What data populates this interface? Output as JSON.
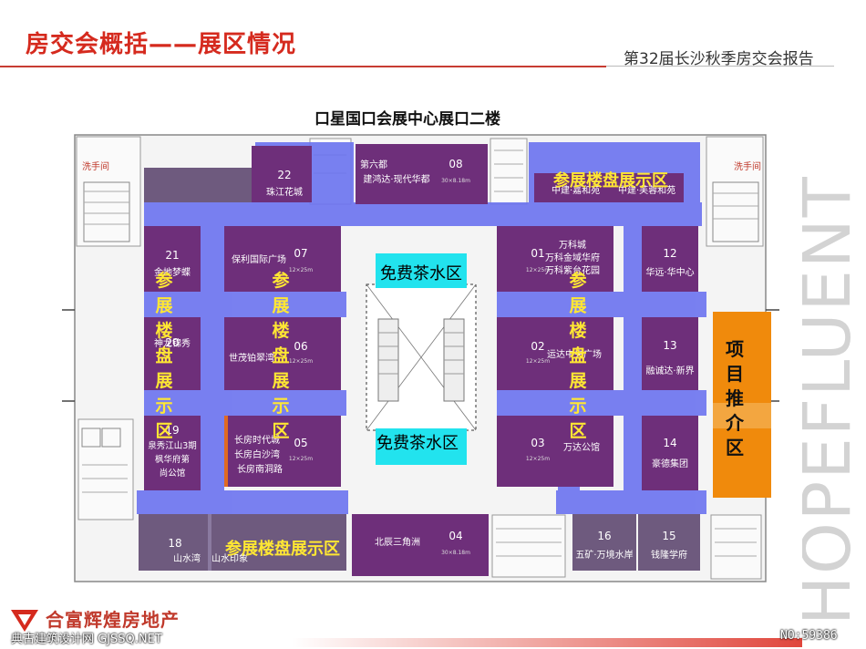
{
  "header": {
    "page_title": "房交会概括——展区情况",
    "report_title": "第32届长沙秋季房交会报告"
  },
  "plan": {
    "title": "口星国口会展中心展口二楼",
    "restroom_label": "洗手间",
    "tea_area_label": "免费茶水区",
    "display_area_label": "参展楼盘展示区",
    "display_area_vertical": [
      "参",
      "展",
      "楼",
      "盘",
      "展",
      "示",
      "区"
    ],
    "project_area_vertical": [
      "项",
      "目",
      "推",
      "介",
      "区"
    ],
    "booths": [
      {
        "num": "22",
        "names": [
          "珠江花城"
        ],
        "size": ""
      },
      {
        "num": "08",
        "names": [
          "第六都",
          "建鸿达·现代华都"
        ],
        "size": "30×8.18m"
      },
      {
        "num": "",
        "names": [
          "中建·嘉和苑",
          "中建·芙蓉和苑"
        ],
        "size": ""
      },
      {
        "num": "21",
        "names": [
          "金地梦蝶"
        ],
        "size": ""
      },
      {
        "num": "07",
        "names": [
          "保利国际广场"
        ],
        "size": "12×25m"
      },
      {
        "num": "01",
        "names": [
          "万科城",
          "万科金域华府",
          "万科紫台花园"
        ],
        "size": "12×25m"
      },
      {
        "num": "12",
        "names": [
          "华远·华中心"
        ],
        "size": ""
      },
      {
        "num": "20",
        "names": [
          "神龙锦秀"
        ],
        "size": ""
      },
      {
        "num": "06",
        "names": [
          "世茂铂翠湾"
        ],
        "size": "12×25m"
      },
      {
        "num": "02",
        "names": [
          "运达中央广场"
        ],
        "size": "12×25m"
      },
      {
        "num": "13",
        "names": [
          "融诚达·新界"
        ],
        "size": ""
      },
      {
        "num": "19",
        "names": [
          "泉秀江山3期",
          "枫华府第",
          "尚公馆"
        ],
        "size": ""
      },
      {
        "num": "05",
        "names": [
          "长房时代城",
          "长房白沙湾",
          "长房南洞路"
        ],
        "size": "12×25m"
      },
      {
        "num": "03",
        "names": [
          "万达公馆"
        ],
        "size": "12×25m"
      },
      {
        "num": "14",
        "names": [
          "豪德集团"
        ],
        "size": ""
      },
      {
        "num": "18",
        "names": [
          "山水湾",
          "山水印象"
        ],
        "size": ""
      },
      {
        "num": "04",
        "names": [
          "北辰三角洲"
        ],
        "size": "30×8.18m"
      },
      {
        "num": "16",
        "names": [
          "五矿·万境水岸"
        ],
        "size": ""
      },
      {
        "num": "15",
        "names": [
          "钱隆学府"
        ],
        "size": ""
      }
    ]
  },
  "brand": {
    "vertical_text": "HOPEFLUENT",
    "company_name": "合富辉煌房地产"
  },
  "watermark": {
    "left": "典古建筑设计网 GJSSQ.NET",
    "right": "NO:59386"
  },
  "colors": {
    "title_red": "#d52a1e",
    "booth_purple": "#6e2f7a",
    "aisle_blue": "#6b73f0",
    "label_yellow": "#ffe733",
    "tea_cyan": "#22e3ee",
    "project_orange": "#f08a0c"
  }
}
